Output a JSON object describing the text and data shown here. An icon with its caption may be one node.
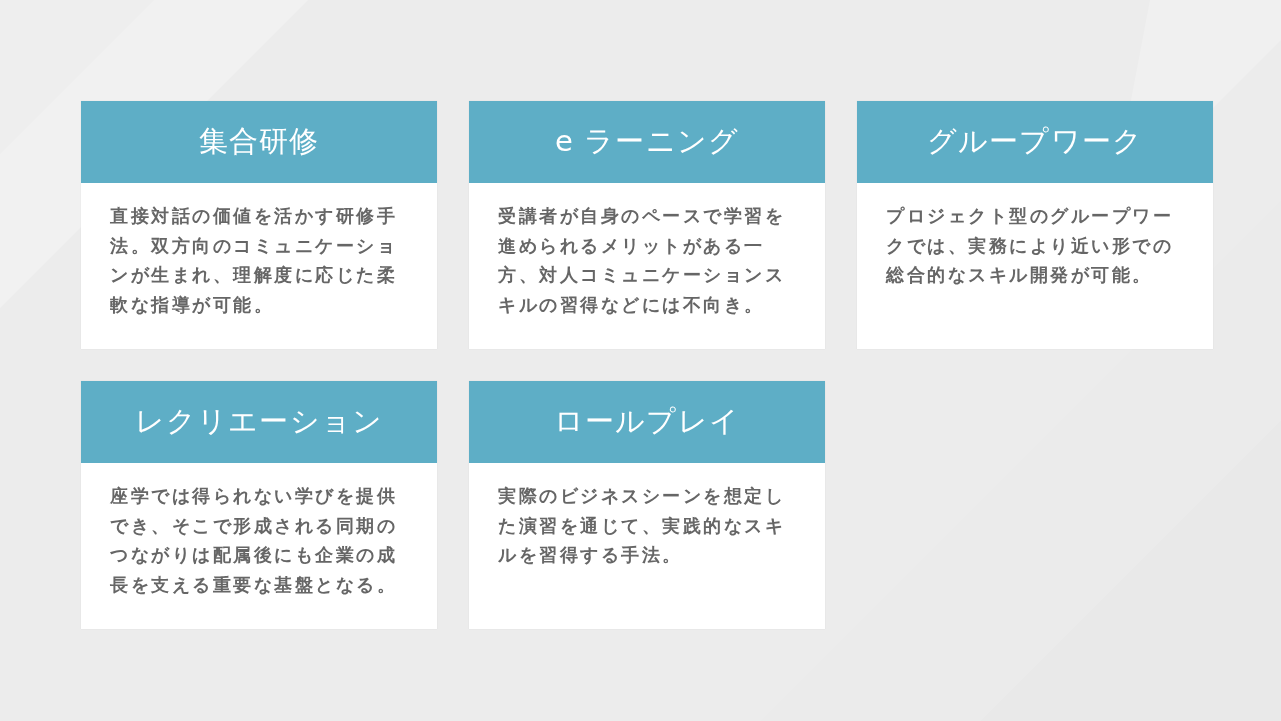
{
  "diagram": {
    "nodes": [
      {
        "text": [
          "集合研修",
          "直接対話の価値を活かす研修手法。双方向のコミュニケーションが生まれ、理解度に応じた柔軟な指導が可能。"
        ]
      },
      {
        "text": [
          "e ラーニング",
          "受講者が自身のペースで学習を進められるメリットがある一方、対人コミュニケーションスキルの習得などには不向き。"
        ]
      },
      {
        "text": [
          "グループワーク",
          "プロジェクト型のグループワークでは、実務により近い形での総合的なスキル開発が可能。"
        ]
      },
      {
        "text": [
          "レクリエーション",
          "座学では得られない学びを提供でき、そこで形成される同期のつながりは配属後にも企業の成長を支える重要な基盤となる。"
        ]
      },
      {
        "text": [
          "ロールプレイ",
          "実際のビジネスシーンを想定した演習を通じて、実践的なスキルを習得する手法。"
        ]
      }
    ]
  }
}
